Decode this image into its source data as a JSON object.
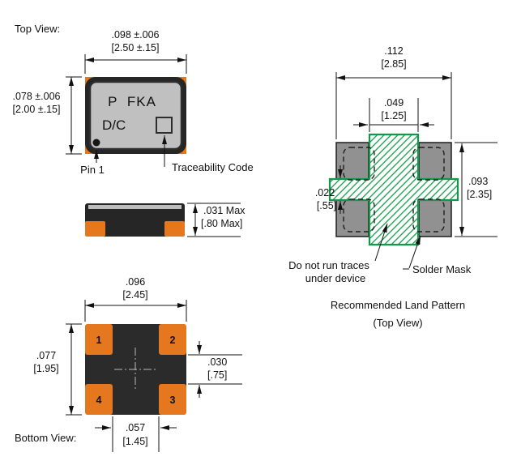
{
  "colors": {
    "pad_orange": "#e5781e",
    "body_dark": "#262626",
    "lid_gray": "#c0c0c0",
    "land_pad_gray": "#919191",
    "land_green": "#13984b",
    "line_black": "#111111"
  },
  "top_view": {
    "label": "Top View:",
    "marking_line1": "P  FKA",
    "marking_line2": "D/C",
    "pin1_label": "Pin 1",
    "traceability_label": "Traceability Code",
    "width_in": ".098 ±.006",
    "width_mm": "[2.50 ±.15]",
    "height_in": ".078 ±.006",
    "height_mm": "[2.00 ±.15]"
  },
  "side_view": {
    "height_in": ".031 Max",
    "height_mm": "[.80 Max]"
  },
  "bottom_view": {
    "label": "Bottom View:",
    "pad_tl": "1",
    "pad_tr": "2",
    "pad_bl": "4",
    "pad_br": "3",
    "width_in": ".096",
    "width_mm": "[2.45]",
    "height_in": ".077",
    "height_mm": "[1.95]",
    "pad_height_in": ".030",
    "pad_height_mm": "[.75]",
    "pad_span_in": ".057",
    "pad_span_mm": "[1.45]"
  },
  "land_pattern": {
    "title": "Recommended Land Pattern",
    "subtitle": "(Top View)",
    "note_line1": "Do not run traces",
    "note_line2": "under device",
    "solder_mask_label": "Solder Mask",
    "width_in": ".112",
    "width_mm": "[2.85]",
    "pad_width_in": ".049",
    "pad_width_mm": "[1.25]",
    "height_in": ".093",
    "height_mm": "[2.35]",
    "arm_in": ".022",
    "arm_mm": "[.55]"
  }
}
